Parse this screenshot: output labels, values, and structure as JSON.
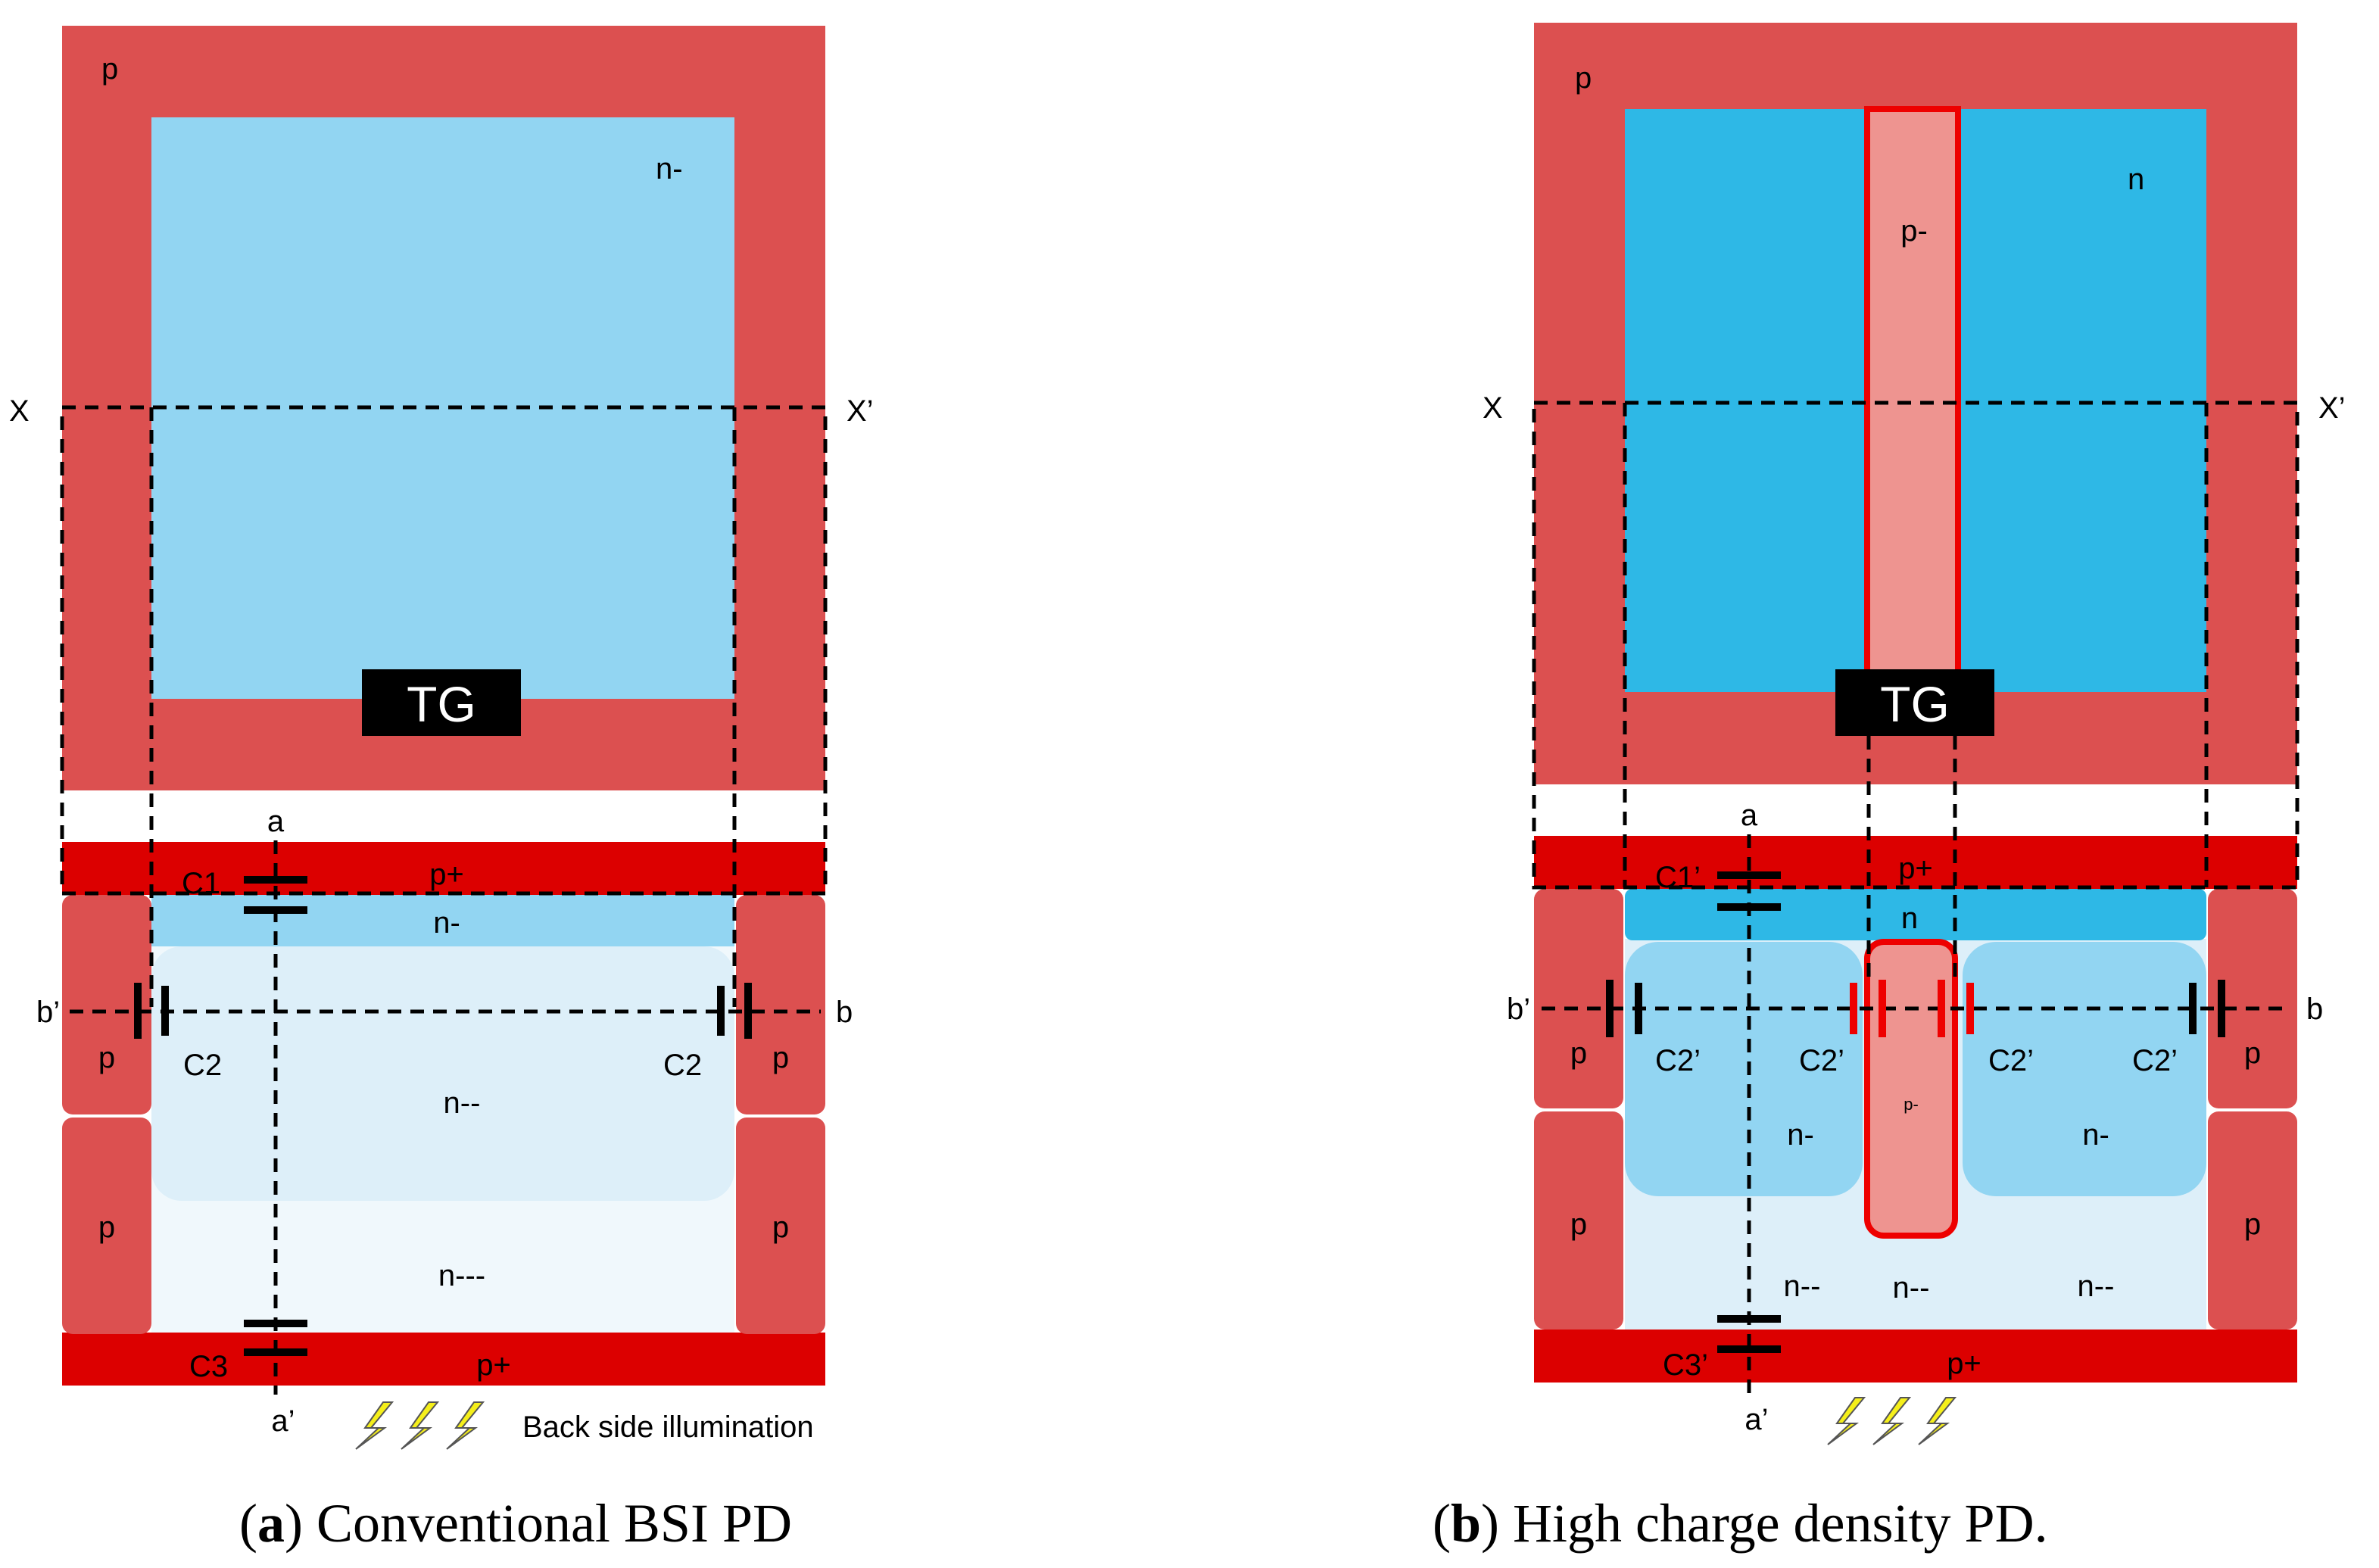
{
  "colors": {
    "p_region": "#dc5050",
    "p_plus": "#dc0000",
    "n_minus_light": "#92d5f2",
    "n_dark": "#2eb8e6",
    "n_minus_minus": "#ddeff9",
    "n_minus_minus_minus": "#f0f8fc",
    "p_minus": "#ee9490",
    "gate": "#000000",
    "bolt": "#f5ef1a"
  },
  "panel_a": {
    "top": {
      "p_label": "p",
      "n_label": "n-",
      "gate_label": "TG",
      "x_left": "X",
      "x_right": "X’"
    },
    "cross": {
      "p_plus_top": "p+",
      "n_minus": "n-",
      "n_mm": "n--",
      "n_mmm": "n---",
      "p_plus_bottom": "p+",
      "p_left_upper": "p",
      "p_left_lower": "p",
      "p_right_upper": "p",
      "p_right_lower": "p",
      "cap_c1": "C1",
      "cap_c2_left": "C2",
      "cap_c2_right": "C2",
      "cap_c3": "C3",
      "a": "a",
      "a_prime": "a’",
      "b_prime": "b’",
      "b": "b"
    },
    "illumination": "Back side illumination",
    "caption": {
      "open": "(",
      "letter": "a",
      "close": ") Conventional BSI PD"
    }
  },
  "panel_b": {
    "top": {
      "p_label": "p",
      "n_label": "n",
      "p_minus_label": "p-",
      "gate_label": "TG",
      "x_left": "X",
      "x_right": "X’"
    },
    "cross": {
      "p_plus_top": "p+",
      "n_top": "n",
      "n_minus_left": "n-",
      "n_minus_right": "n-",
      "p_minus_small": "p-",
      "n_mm_left": "n--",
      "n_mm_center": "n--",
      "n_mm_right": "n--",
      "p_plus_bottom": "p+",
      "p_left_upper": "p",
      "p_left_lower": "p",
      "p_right_upper": "p",
      "p_right_lower": "p",
      "cap_c1": "C1’",
      "cap_c2_1": "C2’",
      "cap_c2_2": "C2’",
      "cap_c2_3": "C2’",
      "cap_c2_4": "C2’",
      "cap_c3": "C3’",
      "a": "a",
      "a_prime": "a’",
      "b_prime": "b’",
      "b": "b"
    },
    "caption": {
      "open": "(",
      "letter": "b",
      "close": ") High charge density PD."
    }
  }
}
